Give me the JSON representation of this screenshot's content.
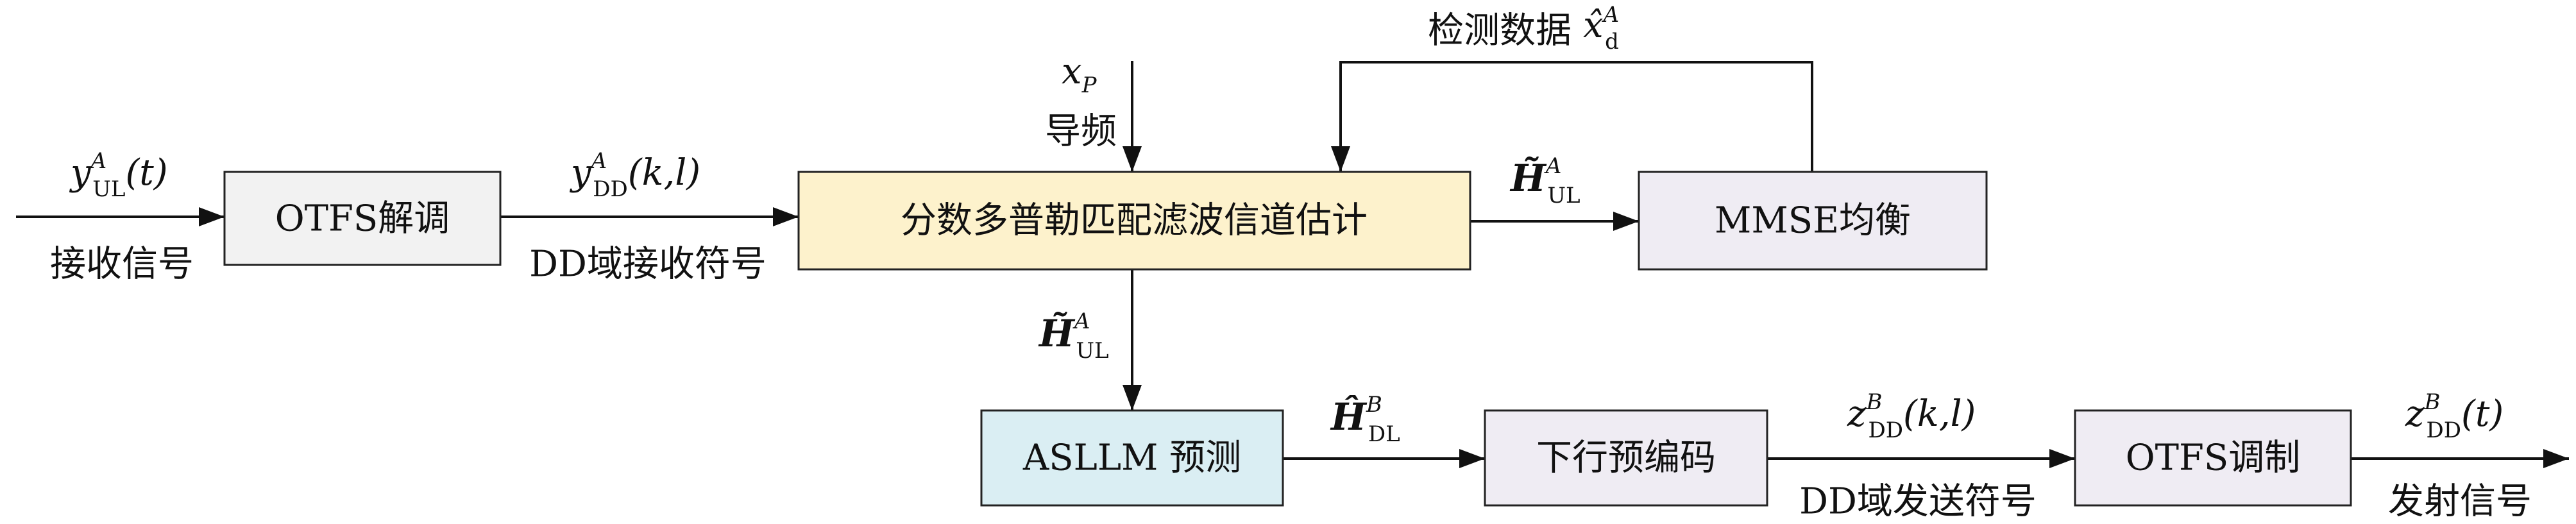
{
  "colors": {
    "box_gray": "#f2f2f2",
    "box_yellow": "#fdf2cc",
    "box_blue": "#daeef3",
    "box_lavender": "#efecf3",
    "line": "#111111"
  },
  "blocks": {
    "otfs_demod": "OTFS解调",
    "estimator": "分数多普勒匹配滤波信道估计",
    "mmse": "MMSE均衡",
    "asllm": "ASLLM 预测",
    "precoder": "下行预编码",
    "otfs_mod": "OTFS调制"
  },
  "labels": {
    "rx_signal": "接收信号",
    "dd_rx_symbols": "DD域接收符号",
    "pilot": "导频",
    "detected_data": "检测数据",
    "dd_tx_symbols": "DD域发送符号",
    "tx_signal": "发射信号"
  },
  "math": {
    "y_ul_t": {
      "base": "y",
      "sup": "A",
      "sub": "UL",
      "arg": "(t)"
    },
    "y_dd_kl": {
      "base": "y",
      "sup": "A",
      "sub": "DD",
      "arg": "(k,l)"
    },
    "x_p": {
      "base": "x",
      "sub": "P"
    },
    "x_hat_d": {
      "base": "x̂",
      "sup": "A",
      "sub": "d"
    },
    "h_tilde_ul_right": {
      "base": "H̃",
      "sup": "A",
      "sub": "UL"
    },
    "h_tilde_ul_down": {
      "base": "H̃",
      "sup": "A",
      "sub": "UL"
    },
    "h_hat_dl": {
      "base": "Ĥ",
      "sup": "B",
      "sub": "DL"
    },
    "z_dd_kl": {
      "base": "z",
      "sup": "B",
      "sub": "DD",
      "arg": "(k,l)"
    },
    "z_dd_t": {
      "base": "z",
      "sup": "B",
      "sub": "DD",
      "arg": "(t)"
    }
  }
}
